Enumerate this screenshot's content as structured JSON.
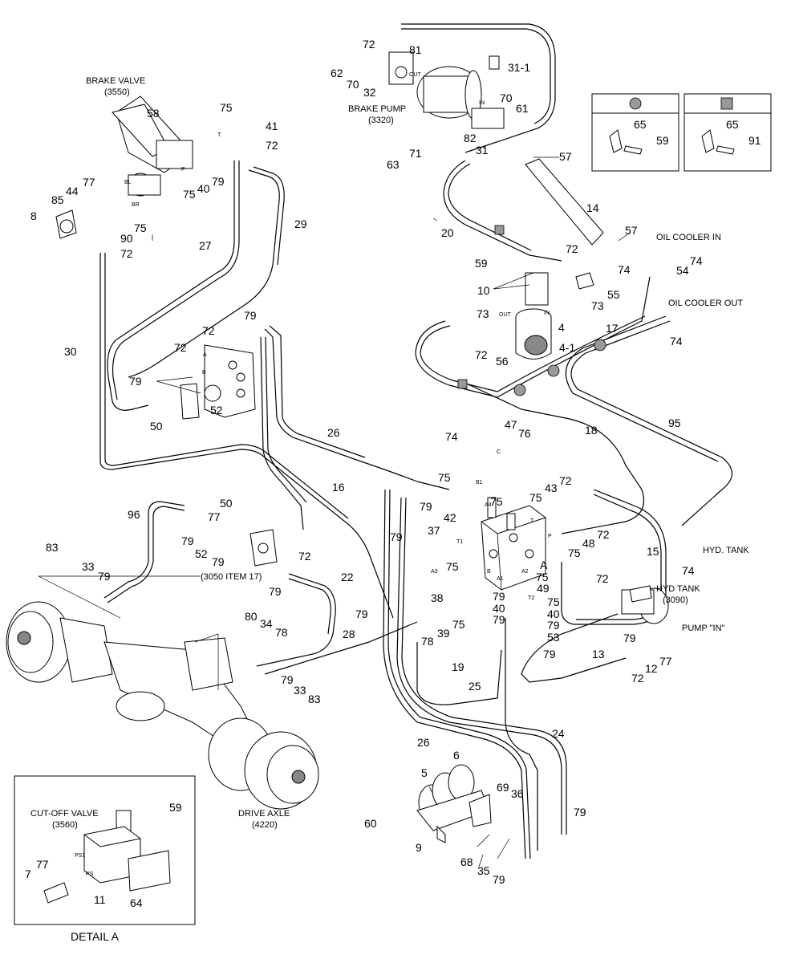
{
  "labels": {
    "brake_valve": "BRAKE VALVE",
    "brake_valve_ref": "(3550)",
    "brake_pump": "BRAKE PUMP",
    "brake_pump_ref": "(3320)",
    "oil_cooler_in": "OIL COOLER IN",
    "oil_cooler_out": "OIL COOLER OUT",
    "hyd_tank_return": "HYD. TANK",
    "hyd_tank": "HYD TANK",
    "hyd_tank_ref": "(3090)",
    "pump_in": "PUMP \"IN\"",
    "drive_axle": "DRIVE AXLE",
    "drive_axle_ref": "(4220)",
    "item17_ref": "(3050 ITEM 17)",
    "cutoff_valve": "CUT-OFF VALVE",
    "cutoff_valve_ref": "(3560)",
    "detail_a": "DETAIL A",
    "detail_marker": "A"
  },
  "port_labels": {
    "out": "OUT",
    "in": "IN",
    "t": "T",
    "p": "P",
    "bl": "BL",
    "br": "BR",
    "a": "A",
    "b": "B",
    "c": "C",
    "b1": "B1",
    "a4": "A4",
    "t1": "T1",
    "a3": "A3",
    "a1": "A1",
    "a2": "A2",
    "t2": "T2",
    "ps1": "PS1",
    "ps": "PS"
  },
  "legend": [
    {
      "symbol": "round-hatched-marker",
      "parts": [
        "65",
        "59"
      ]
    },
    {
      "symbol": "square-hatched-marker",
      "parts": [
        "65",
        "91"
      ]
    }
  ],
  "callouts": {
    "c72_top": "72",
    "c81": "81",
    "c62": "62",
    "c70a": "70",
    "c32": "32",
    "c31_1": "31-1",
    "c82": "82",
    "c70b": "70",
    "c61": "61",
    "c31": "31",
    "c71": "71",
    "c63": "63",
    "c57a": "57",
    "c14": "14",
    "c57b": "57",
    "c20": "20",
    "c58": "58",
    "c75a": "75",
    "c41": "41",
    "c72a": "72",
    "c77a": "77",
    "c44": "44",
    "c85": "85",
    "c8": "8",
    "c75b": "75",
    "c40a": "40",
    "c79a": "79",
    "c75c": "75",
    "c90": "90",
    "c72b": "72",
    "c27": "27",
    "c29": "29",
    "c59": "59",
    "c10": "10",
    "c72c": "72",
    "c73a": "73",
    "c55": "55",
    "c73b": "73",
    "c4": "4",
    "c72d": "72",
    "c56": "56",
    "c4_1": "4-1",
    "c74a": "74",
    "c54": "54",
    "c74b": "74",
    "c17": "17",
    "c74c": "74",
    "c30": "30",
    "c79b": "79",
    "c72e": "72",
    "c72f": "72",
    "c79c": "79",
    "c50a": "50",
    "c52a": "52",
    "c26a": "26",
    "c74d": "74",
    "c47": "47",
    "c76": "76",
    "c18": "18",
    "c95": "95",
    "c16": "16",
    "c96": "96",
    "c50b": "50",
    "c77b": "77",
    "c79d": "79",
    "c52b": "52",
    "c79e": "79",
    "c72g": "72",
    "c79f": "79",
    "c83a": "83",
    "c33a": "33",
    "c79g": "79",
    "c75d": "75",
    "c79h": "79",
    "c42": "42",
    "c75e": "75",
    "c75f": "75",
    "c43": "43",
    "c72h": "72",
    "c37": "37",
    "c79i": "79",
    "c72i": "72",
    "c48": "48",
    "c75g": "75",
    "c15": "15",
    "c74e": "74",
    "c22": "22",
    "c80": "80",
    "c34": "34",
    "c78a": "78",
    "c28": "28",
    "c79j": "79",
    "c33b": "33",
    "c83b": "83",
    "c75h": "75",
    "c38": "38",
    "c75i": "75",
    "c49": "49",
    "c75j": "75",
    "c40b": "40",
    "c79k": "79",
    "c79l": "79",
    "c79m": "79",
    "c78b": "78",
    "c39": "39",
    "c75k": "75",
    "c40c": "40",
    "c79n": "79",
    "c53": "53",
    "c79o": "79",
    "c72j": "72",
    "c79p": "79",
    "c12": "12",
    "c77c": "77",
    "c72k": "72",
    "c13": "13",
    "c19": "19",
    "c25": "25",
    "c26b": "26",
    "c24": "24",
    "c5": "5",
    "c6": "6",
    "c69": "69",
    "c36": "36",
    "c79q": "79",
    "c60": "60",
    "c9": "9",
    "c68": "68",
    "c35": "35",
    "c79r": "79",
    "c59b": "59",
    "c7": "7",
    "c77d": "77",
    "c11": "11",
    "c64": "64"
  }
}
